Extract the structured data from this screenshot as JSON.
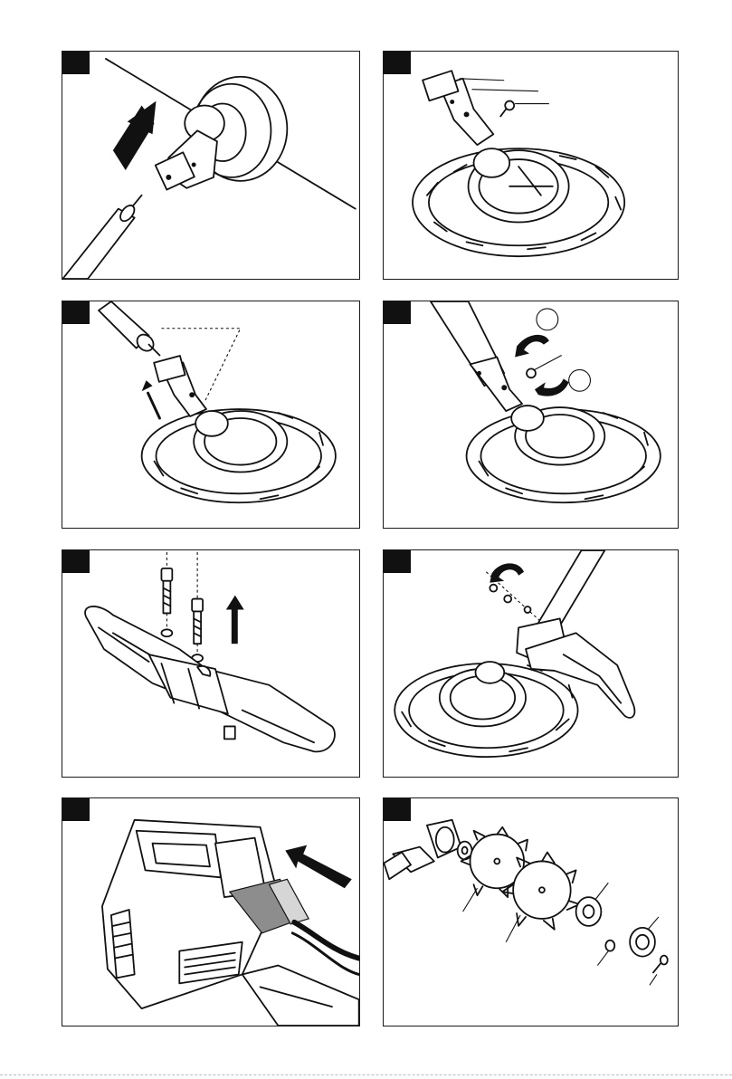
{
  "document": {
    "layout": "grid",
    "columns": 2,
    "rows": 4,
    "panels": [
      {
        "id": "panel-1",
        "icon": "trimmer-head-attach-illustration"
      },
      {
        "id": "panel-2",
        "icon": "blade-guard-parts-illustration"
      },
      {
        "id": "panel-3",
        "icon": "shaft-insert-illustration"
      },
      {
        "id": "panel-4",
        "icon": "screw-tighten-illustration"
      },
      {
        "id": "panel-5",
        "icon": "guard-screws-illustration"
      },
      {
        "id": "panel-6",
        "icon": "guard-mount-illustration"
      },
      {
        "id": "panel-7",
        "icon": "battery-connector-illustration"
      },
      {
        "id": "panel-8",
        "icon": "blade-exploded-view-illustration"
      }
    ],
    "colors": {
      "ink": "#111111",
      "paper": "#ffffff",
      "shade": "#8d8d8d"
    }
  }
}
